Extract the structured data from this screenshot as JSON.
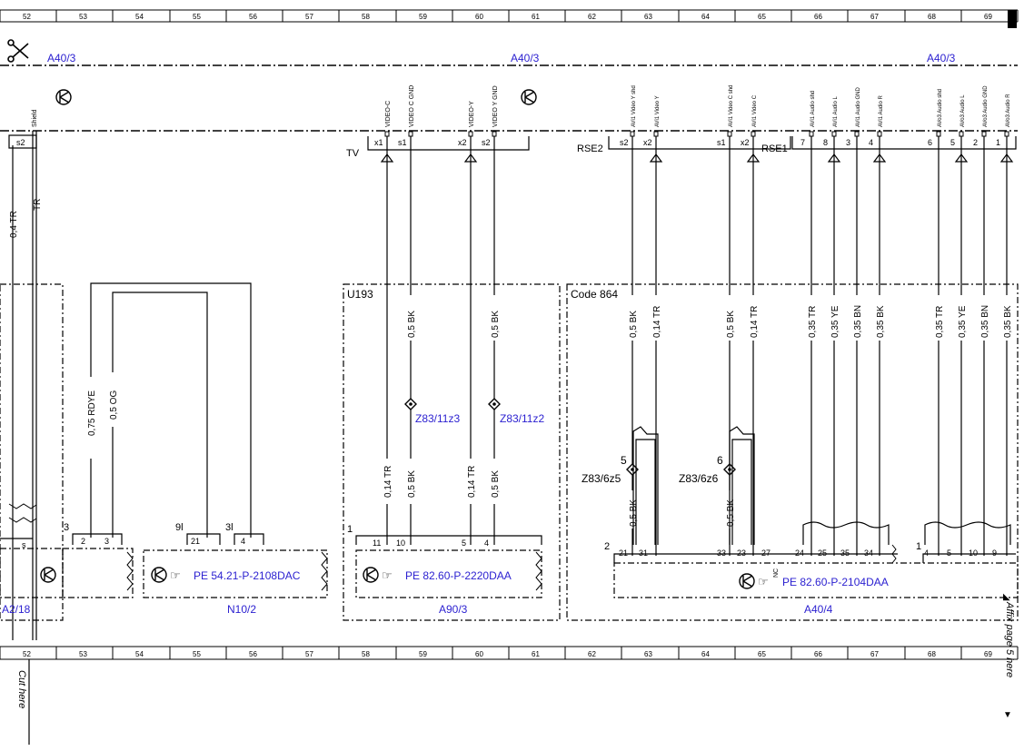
{
  "grid": {
    "columns": [
      "52",
      "53",
      "54",
      "55",
      "56",
      "57",
      "58",
      "59",
      "60",
      "61",
      "62",
      "63",
      "64",
      "65",
      "66",
      "67",
      "68",
      "69"
    ]
  },
  "bus": {
    "labels": [
      "A40/3",
      "A40/3",
      "A40/3"
    ]
  },
  "connectors": {
    "tv": "TV",
    "rse2": "RSE2",
    "rse1": "RSE1",
    "video_pins": [
      {
        "name": "VIDEO-C",
        "pin": "x1"
      },
      {
        "name": "VIDEO C GND",
        "pin": "s1"
      },
      {
        "name": "VIDEO-Y",
        "pin": "x2"
      },
      {
        "name": "VIDEO Y GND",
        "pin": "s2"
      }
    ],
    "rse_pins": [
      {
        "name": "AVi1 Video Y shd",
        "pin": "s2"
      },
      {
        "name": "AVi1 Video Y",
        "pin": "x2"
      },
      {
        "name": "AVi1 Video C shd",
        "pin": "s1"
      },
      {
        "name": "AVi1 Video C",
        "pin": "x2"
      }
    ],
    "audio_pins": [
      {
        "name": "AVi1 Audio shd",
        "pin": "7"
      },
      {
        "name": "AVi1 Audio L",
        "pin": "8"
      },
      {
        "name": "AVi1 Audio GND",
        "pin": "3"
      },
      {
        "name": "AVi1 Audio R",
        "pin": "4"
      },
      {
        "name": "AVo3 Audio shd",
        "pin": "6"
      },
      {
        "name": "AVo3 Audio L",
        "pin": "5"
      },
      {
        "name": "AVo3 Audio GND",
        "pin": "2"
      },
      {
        "name": "AVo3 Audio R",
        "pin": "1"
      }
    ],
    "left_shield": "Shield",
    "left_pin": "s2"
  },
  "wires": {
    "left": [
      "0,4 TR",
      "TR"
    ],
    "n10": [
      "0,75 RDYE",
      "0,5 OG"
    ],
    "u193_top": [
      "0,5 BK",
      "0,5 BK"
    ],
    "u193_bottom": [
      "0,14 TR",
      "0,5 BK",
      "0,14 TR",
      "0,5 BK"
    ],
    "code864_top": [
      "0,5 BK",
      "0,14 TR",
      "0,5 BK",
      "0,14 TR",
      "0,35 TR",
      "0,35 YE",
      "0,35 BN",
      "0,35 BK",
      "0,35 TR",
      "0,35 YE",
      "0,35 BN",
      "0,35 BK"
    ],
    "code864_bottom": [
      "0,5 BK",
      "0,5 BK"
    ]
  },
  "splices": {
    "z83_11z3": "Z83/11z3",
    "z83_11z2": "Z83/11z2",
    "z83_6z5": "Z83/6z5",
    "z83_6z6": "Z83/6z6",
    "n5": "5",
    "n6": "6"
  },
  "regions": {
    "u193": "U193",
    "code864": "Code 864"
  },
  "components": {
    "a2_18": {
      "label": "A2/18",
      "pin": "s"
    },
    "n10_2": {
      "label": "N10/2",
      "ref": "PE 54.21-P-2108DAC",
      "conn_a": "3",
      "conn_b": "9l",
      "conn_c": "3l",
      "pins": [
        "2",
        "3",
        "21",
        "4"
      ]
    },
    "a90_3": {
      "label": "A90/3",
      "ref": "PE 82.60-P-2220DAA",
      "conn": "1",
      "pins": [
        "11",
        "10",
        "5",
        "4"
      ]
    },
    "a40_4": {
      "label": "A40/4",
      "ref": "PE 82.60-P-2104DAA",
      "conn_a": "2",
      "conn_b": "1",
      "pins": [
        "21",
        "31",
        "33",
        "23",
        "27",
        "24",
        "25",
        "35",
        "34",
        "4",
        "5",
        "10",
        "9"
      ]
    }
  },
  "annotations": {
    "cut_here": "Cut here",
    "affix": "Affix page 5 here",
    "nc": "NC"
  },
  "colors": {
    "label_blue": "#2a1fd0",
    "line": "#000000"
  }
}
